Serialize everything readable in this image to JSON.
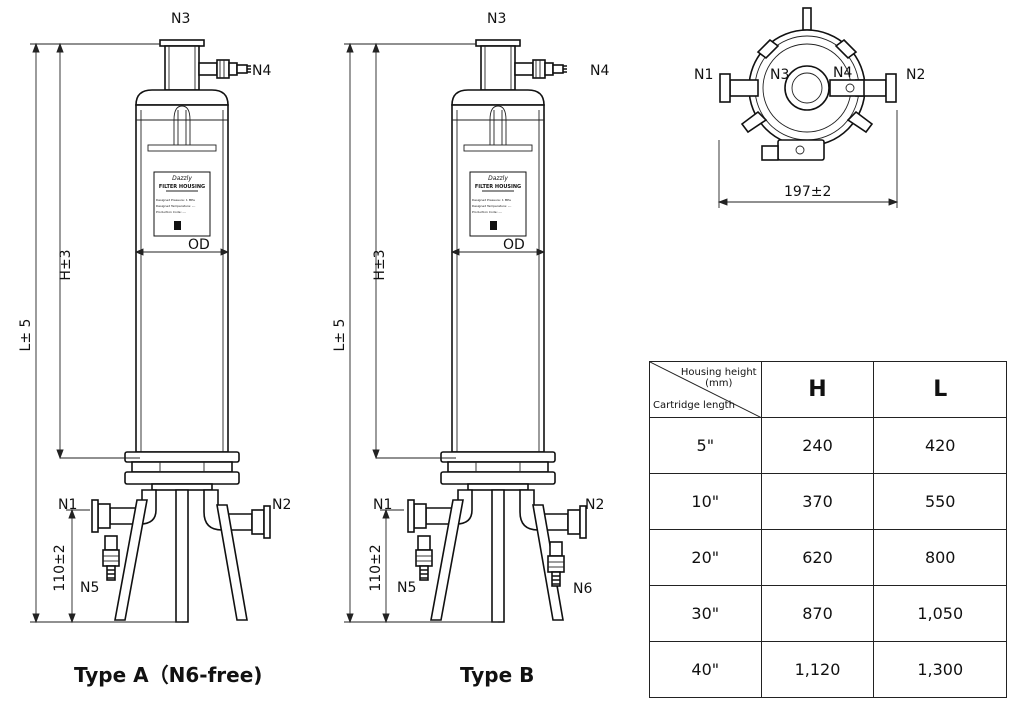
{
  "labels": {
    "n1": "N1",
    "n2": "N2",
    "n3": "N3",
    "n4": "N4",
    "n5": "N5",
    "n6": "N6",
    "od": "OD",
    "h_tol": "H±3",
    "l_tol": "L± 5",
    "bottom_dim": "110±2",
    "top_width": "197±2",
    "caption_a": "Type A（N6-free)",
    "caption_b": "Type B"
  },
  "nameplate": {
    "brand": "Dazzly",
    "title": "FILTER HOUSING",
    "line1": "Designed Pressure: 1 MPa",
    "line2": "Designed Temperature: ---",
    "line3": "Production Code: ---"
  },
  "table": {
    "corner_top": "Housing height\n(mm)",
    "corner_bottom": "Cartridge length",
    "col_h": "H",
    "col_l": "L",
    "rows": [
      {
        "len": "5\"",
        "h": "240",
        "l": "420"
      },
      {
        "len": "10\"",
        "h": "370",
        "l": "550"
      },
      {
        "len": "20\"",
        "h": "620",
        "l": "800"
      },
      {
        "len": "30\"",
        "h": "870",
        "l": "1,050"
      },
      {
        "len": "40\"",
        "h": "1,120",
        "l": "1,300"
      }
    ]
  }
}
